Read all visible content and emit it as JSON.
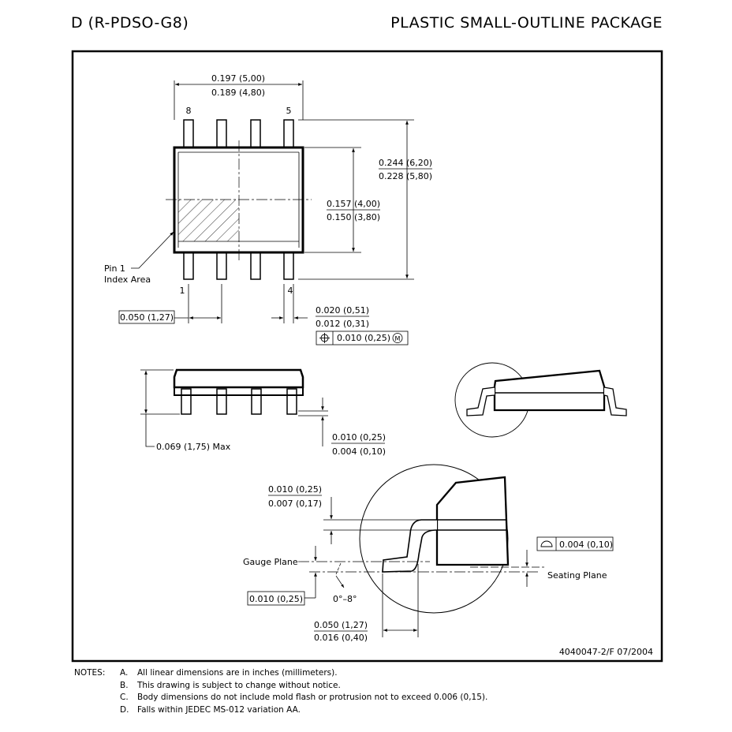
{
  "header": {
    "package_code": "D (R-PDSO-G8)",
    "package_title": "PLASTIC SMALL-OUTLINE PACKAGE"
  },
  "top_view": {
    "width_max": "0.197 (5,00)",
    "width_min": "0.189 (4,80)",
    "pin_8": "8",
    "pin_5": "5",
    "pin_1": "1",
    "pin_4": "4",
    "overall_max": "0.244 (6,20)",
    "overall_min": "0.228 (5,80)",
    "body_max": "0.157 (4,00)",
    "body_min": "0.150 (3,80)",
    "pin1_label_line1": "Pin 1",
    "pin1_label_line2": "Index Area",
    "pitch": "0.050 (1,27)",
    "lead_width_max": "0.020 (0,51)",
    "lead_width_min": "0.012 (0,31)",
    "position_tolerance": "0.010 (0,25)",
    "position_modifier": "M"
  },
  "side_view": {
    "height_max": "0.069 (1,75) Max",
    "standoff_max": "0.010 (0,25)",
    "standoff_min": "0.004 (0,10)"
  },
  "detail_view": {
    "lead_thickness_max": "0.010 (0,25)",
    "lead_thickness_min": "0.007 (0,17)",
    "gauge_plane_label": "Gauge Plane",
    "seating_plane_label": "Seating Plane",
    "gauge_offset": "0.010 (0,25)",
    "angle_range": "0°–8°",
    "coplanarity": "0.004 (0,10)",
    "foot_length_max": "0.050 (1,27)",
    "foot_length_min": "0.016 (0,40)"
  },
  "drawing_number": "4040047-2/F  07/2004",
  "notes": {
    "heading": "NOTES:",
    "items": [
      {
        "letter": "A.",
        "text": "All linear dimensions are in inches (millimeters)."
      },
      {
        "letter": "B.",
        "text": "This drawing is subject to change without notice."
      },
      {
        "letter": "C.",
        "text": "Body dimensions do not include mold flash or protrusion not to exceed 0.006 (0,15)."
      },
      {
        "letter": "D.",
        "text": "Falls within JEDEC MS-012 variation AA."
      }
    ]
  }
}
